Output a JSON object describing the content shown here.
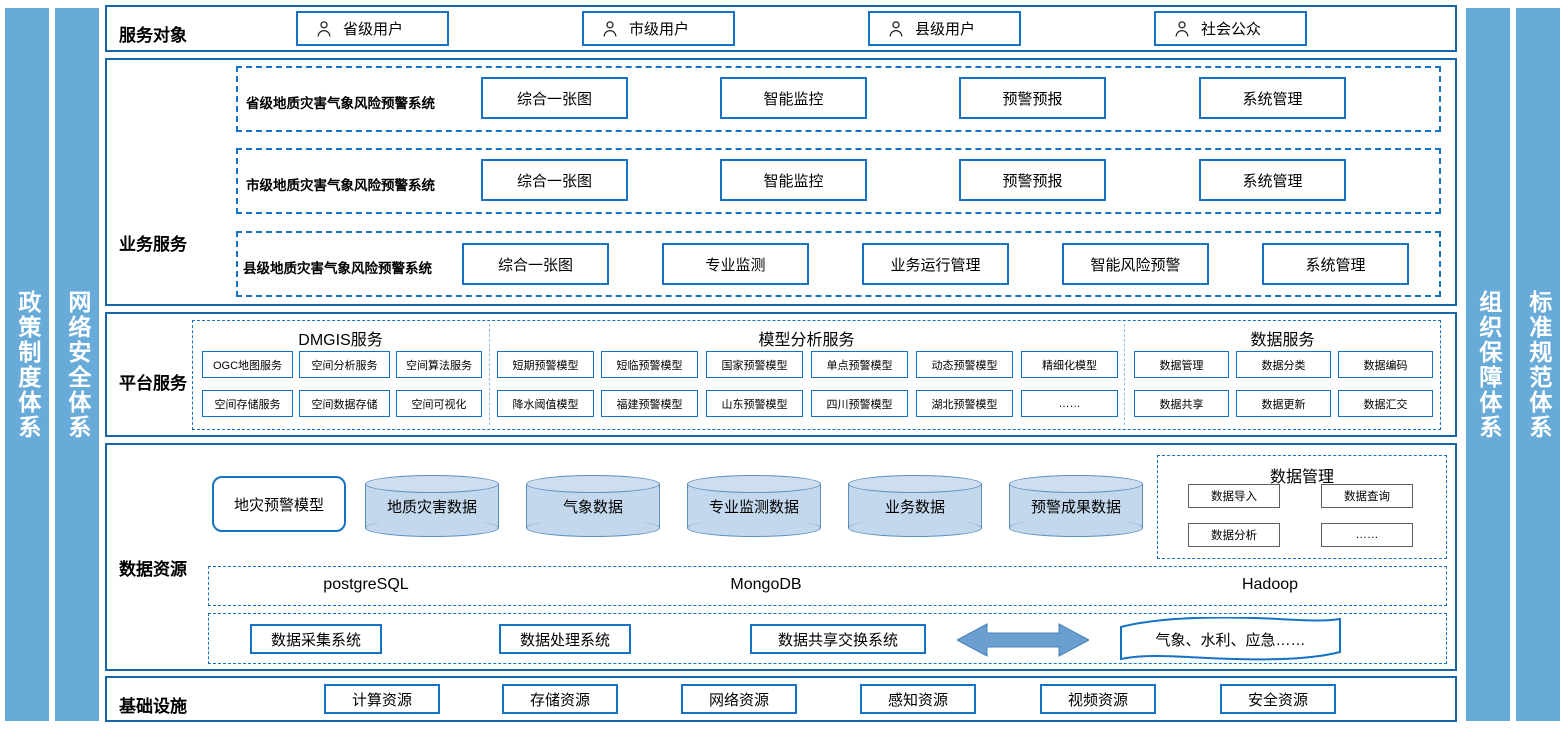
{
  "side_bars": [
    {
      "name": "policy-system",
      "label": "政策制度体系"
    },
    {
      "name": "network-security",
      "label": "网络安全体系"
    }
  ],
  "side_bars_right": [
    {
      "name": "organization-guarantee",
      "label": "组织保障体系"
    },
    {
      "name": "standard-specification",
      "label": "标准规范体系"
    }
  ],
  "colors": {
    "sidebar_fill": "#68abd8",
    "layer_border": "#1565a8",
    "box_border": "#1572c4",
    "cylinder_fill": "#c3d8ec",
    "cylinder_stroke": "#5b8fc0",
    "arrow_fill": "#6a9fd0"
  },
  "service_object": {
    "title": "服务对象",
    "users": [
      {
        "icon": "person-icon",
        "label": "省级用户"
      },
      {
        "icon": "person-icon",
        "label": "市级用户"
      },
      {
        "icon": "person-icon",
        "label": "县级用户"
      },
      {
        "icon": "person-icon",
        "label": "社会公众"
      }
    ]
  },
  "business_service": {
    "title": "业务服务",
    "rows": [
      {
        "label": "省级地质灾害气象风险预警系统",
        "items": [
          "综合一张图",
          "智能监控",
          "预警预报",
          "系统管理"
        ]
      },
      {
        "label": "市级地质灾害气象风险预警系统",
        "items": [
          "综合一张图",
          "智能监控",
          "预警预报",
          "系统管理"
        ]
      },
      {
        "label": "县级地质灾害气象风险预警系统",
        "items": [
          "综合一张图",
          "专业监测",
          "业务运行管理",
          "智能风险预警",
          "系统管理"
        ]
      }
    ]
  },
  "platform_service": {
    "title": "平台服务",
    "groups": [
      {
        "name": "dmgis",
        "title": "DMGIS服务",
        "row1": [
          "OGC地图服务",
          "空间分析服务",
          "空间算法服务"
        ],
        "row2": [
          "空间存储服务",
          "空间数据存储",
          "空间可视化"
        ]
      },
      {
        "name": "model-analysis",
        "title": "模型分析服务",
        "row1": [
          "短期预警模型",
          "短临预警模型",
          "国家预警模型",
          "单点预警模型",
          "动态预警模型",
          "精细化模型"
        ],
        "row2": [
          "降水阈值模型",
          "福建预警模型",
          "山东预警模型",
          "四川预警模型",
          "湖北预警模型",
          "……"
        ]
      },
      {
        "name": "data-service",
        "title": "数据服务",
        "row1": [
          "数据管理",
          "数据分类",
          "数据编码"
        ],
        "row2": [
          "数据共享",
          "数据更新",
          "数据汇交"
        ]
      }
    ]
  },
  "data_resource": {
    "title": "数据资源",
    "model_box": "地灾预警模型",
    "cylinders": [
      "地质灾害数据",
      "气象数据",
      "专业监测数据",
      "业务数据",
      "预警成果数据"
    ],
    "data_management": {
      "title": "数据管理",
      "items": [
        "数据导入",
        "数据查询",
        "数据分析",
        "……"
      ]
    },
    "databases": [
      "postgreSQL",
      "MongoDB",
      "Hadoop"
    ],
    "systems": [
      "数据采集系统",
      "数据处理系统",
      "数据共享交换系统"
    ],
    "exchange_arrow": "double-arrow-icon",
    "external": "气象、水利、应急……"
  },
  "infrastructure": {
    "title": "基础设施",
    "items": [
      "计算资源",
      "存储资源",
      "网络资源",
      "感知资源",
      "视频资源",
      "安全资源"
    ]
  }
}
